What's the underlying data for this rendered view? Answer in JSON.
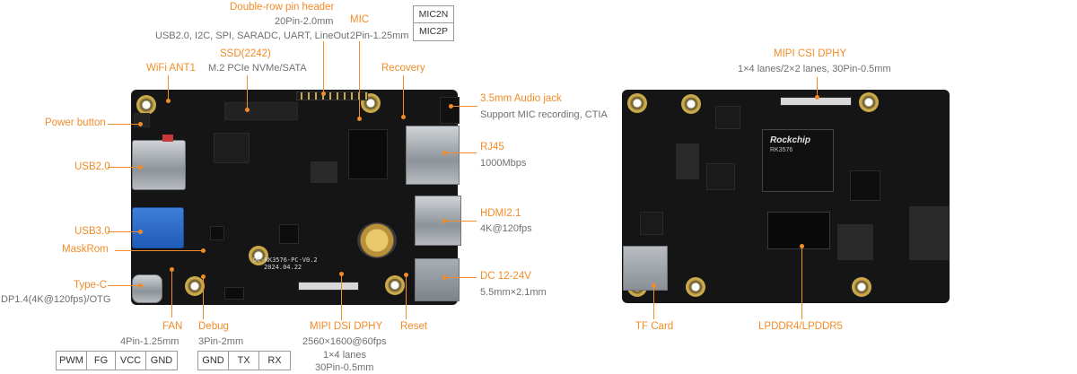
{
  "labels": {
    "double_row_header": "Double-row pin header",
    "double_row_spec": "20Pin-2.0mm",
    "double_row_functions": "USB2.0, I2C, SPI, SARADC, UART, LineOut",
    "mic": "MIC",
    "mic_spec": "2Pin-1.25mm",
    "mic_pins": [
      "MIC2N",
      "MIC2P"
    ],
    "ssd": "SSD(2242)",
    "ssd_spec": "M.2 PCIe NVMe/SATA",
    "wifi": "WiFi ANT1",
    "recovery": "Recovery",
    "audio": "3.5mm Audio jack",
    "audio_spec": "Support MIC recording, CTIA",
    "power_button": "Power button",
    "rj45": "RJ45",
    "rj45_spec": "1000Mbps",
    "usb2": "USB2.0",
    "hdmi": "HDMI2.1",
    "hdmi_spec": "4K@120fps",
    "usb3": "USB3.0",
    "maskrom": "MaskRom",
    "dc": "DC 12-24V",
    "dc_spec": "5.5mm×2.1mm",
    "typec": "Type-C",
    "typec_spec": "DP1.4(4K@120fps)/OTG",
    "fan": "FAN",
    "fan_spec": "4Pin-1.25mm",
    "fan_pins": [
      "PWM",
      "FG",
      "VCC",
      "GND"
    ],
    "debug": "Debug",
    "debug_spec": "3Pin-2mm",
    "debug_pins": [
      "GND",
      "TX",
      "RX"
    ],
    "mipi_dsi": "MIPI DSI DPHY",
    "mipi_dsi_spec1": "2560×1600@60fps",
    "mipi_dsi_spec2": "1×4 lanes",
    "mipi_dsi_spec3": "30Pin-0.5mm",
    "reset": "Reset",
    "mipi_csi": "MIPI CSI DPHY",
    "mipi_csi_spec": "1×4 lanes/2×2 lanes, 30Pin-0.5mm",
    "tf_card": "TF Card",
    "lpddr": "LPDDR4/LPDDR5"
  },
  "board_print": {
    "model": "DC-RK3576-PC-V0.2",
    "date": "2024.04.22",
    "soc_brand": "Rockchip",
    "soc_model": "RK3576"
  },
  "colors": {
    "accent": "#f28c28",
    "pcb": "#151515",
    "text_gray": "#6f6f6f"
  }
}
